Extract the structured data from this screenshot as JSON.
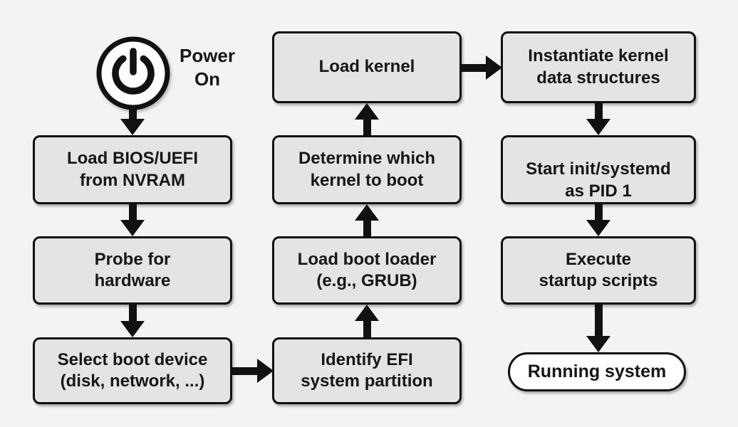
{
  "diagram": {
    "title_semantic": "linux-boot-process-flowchart",
    "colors": {
      "background": "#f3f3f3",
      "node_fill": "#e4e4e4",
      "terminal_fill": "#ffffff",
      "border": "#111111",
      "arrow": "#111111",
      "text": "#161616"
    },
    "power": {
      "icon": "power-icon",
      "label": "Power\nOn"
    },
    "nodes": {
      "load_bios": {
        "label": "Load BIOS/UEFI\nfrom NVRAM"
      },
      "probe_hardware": {
        "label": "Probe for\nhardware"
      },
      "select_boot_device": {
        "label": "Select boot device\n(disk, network, ...)"
      },
      "identify_efi": {
        "label": "Identify EFI\nsystem partition"
      },
      "load_boot_loader": {
        "label": "Load boot loader\n(e.g., GRUB)"
      },
      "determine_kernel": {
        "label": "Determine which\nkernel to boot"
      },
      "load_kernel": {
        "label": "Load kernel"
      },
      "instantiate_kernel": {
        "label": "Instantiate kernel\ndata structures"
      },
      "start_init": {
        "prefix": "Start ",
        "emphasis": "init/systemd",
        "suffix": "\nas PID 1"
      },
      "execute_scripts": {
        "label": "Execute\nstartup scripts"
      },
      "running_system": {
        "label": "Running system"
      }
    }
  }
}
